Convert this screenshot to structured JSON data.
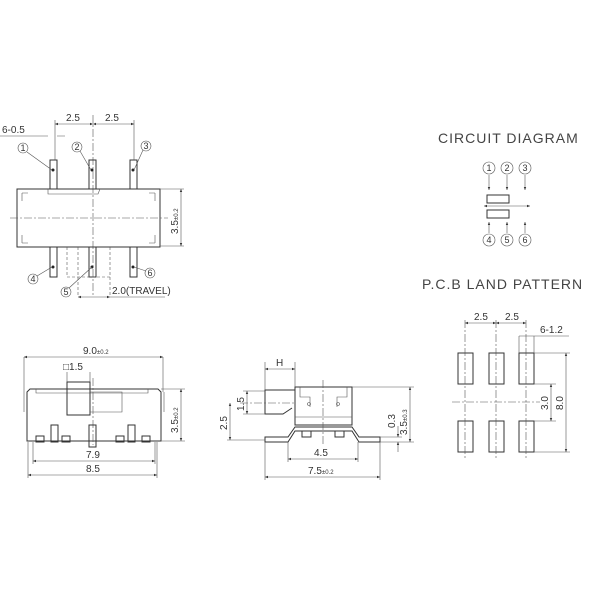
{
  "top_view": {
    "dim_pitch_1": "2.5",
    "dim_pitch_2": "2.5",
    "dim_pin_width": "6-0.5",
    "dim_height": "3.5",
    "dim_height_tol": "±0.2",
    "dim_travel": "2.0(TRAVEL)",
    "pins": [
      "1",
      "2",
      "3",
      "4",
      "5",
      "6"
    ]
  },
  "front_view": {
    "dim_length": "9.0",
    "dim_length_tol": "±0.2",
    "dim_actuator": "□1.5",
    "dim_height": "3.5",
    "dim_height_tol": "±0.2",
    "dim_inner": "7.9",
    "dim_outer": "8.5"
  },
  "side_view": {
    "dim_h": "H",
    "dim_actuator_h": "1.5",
    "dim_actuator_pos": "2.5",
    "dim_standoff": "0.3",
    "dim_height": "3.5",
    "dim_height_tol": "±0.3",
    "dim_body": "4.5",
    "dim_width": "7.5",
    "dim_width_tol": "±0.2"
  },
  "circuit_diagram": {
    "title": "CIRCUIT DIAGRAM",
    "pins_top": [
      "1",
      "2",
      "3"
    ],
    "pins_bottom": [
      "4",
      "5",
      "6"
    ]
  },
  "pcb_land_pattern": {
    "title": "P.C.B LAND PATTERN",
    "dim_pitch_1": "2.5",
    "dim_pitch_2": "2.5",
    "dim_pad": "6-1.2",
    "dim_gap": "3.0",
    "dim_total": "8.0"
  }
}
